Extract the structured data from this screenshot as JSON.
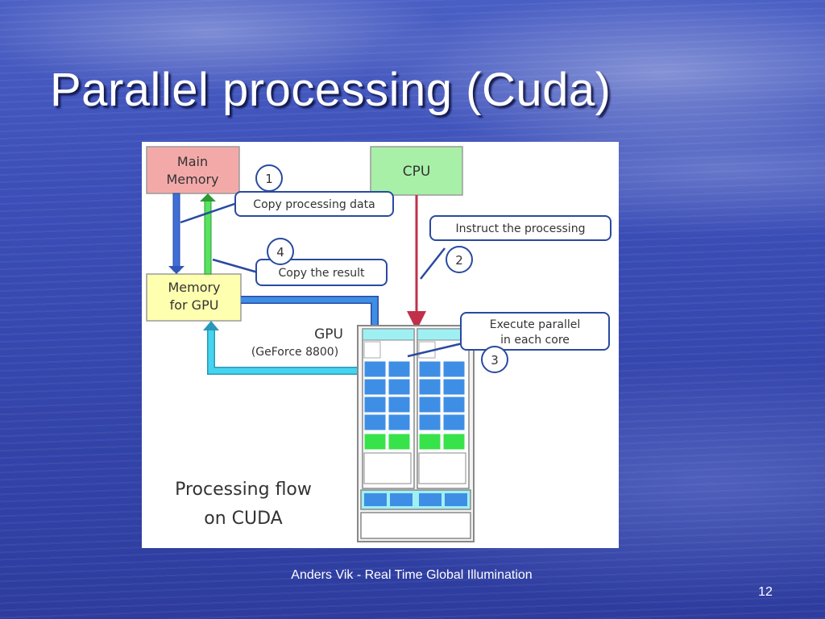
{
  "slide": {
    "title": "Parallel processing (Cuda)",
    "footer_author": "Anders Vik - Real Time Global Illumination",
    "page_number": "12"
  },
  "diagram": {
    "main_memory_line1": "Main",
    "main_memory_line2": "Memory",
    "cpu_label": "CPU",
    "gpu_memory_line1": "Memory",
    "gpu_memory_line2": "for GPU",
    "gpu_label": "GPU",
    "gpu_model": "(GeForce 8800)",
    "step1_number": "1",
    "step1_text": "Copy processing data",
    "step2_number": "2",
    "step2_text": "Instruct the processing",
    "step3_number": "3",
    "step3_line1": "Execute parallel",
    "step3_line2": "in each core",
    "step4_number": "4",
    "step4_text": "Copy the result",
    "caption_line1": "Processing flow",
    "caption_line2": "on CUDA",
    "colors": {
      "main_memory_fill": "#f4a9a9",
      "cpu_fill": "#a8f0a8",
      "gpu_memory_fill": "#ffffb0",
      "core_blue": "#3f8ee6",
      "core_green": "#38e24a",
      "gpu_header": "#9ff0f3",
      "arrow_blue": "#3f6fd6",
      "arrow_green": "#57e35f",
      "arrow_cyan": "#45d4f0",
      "arrow_red": "#c0304a"
    }
  }
}
